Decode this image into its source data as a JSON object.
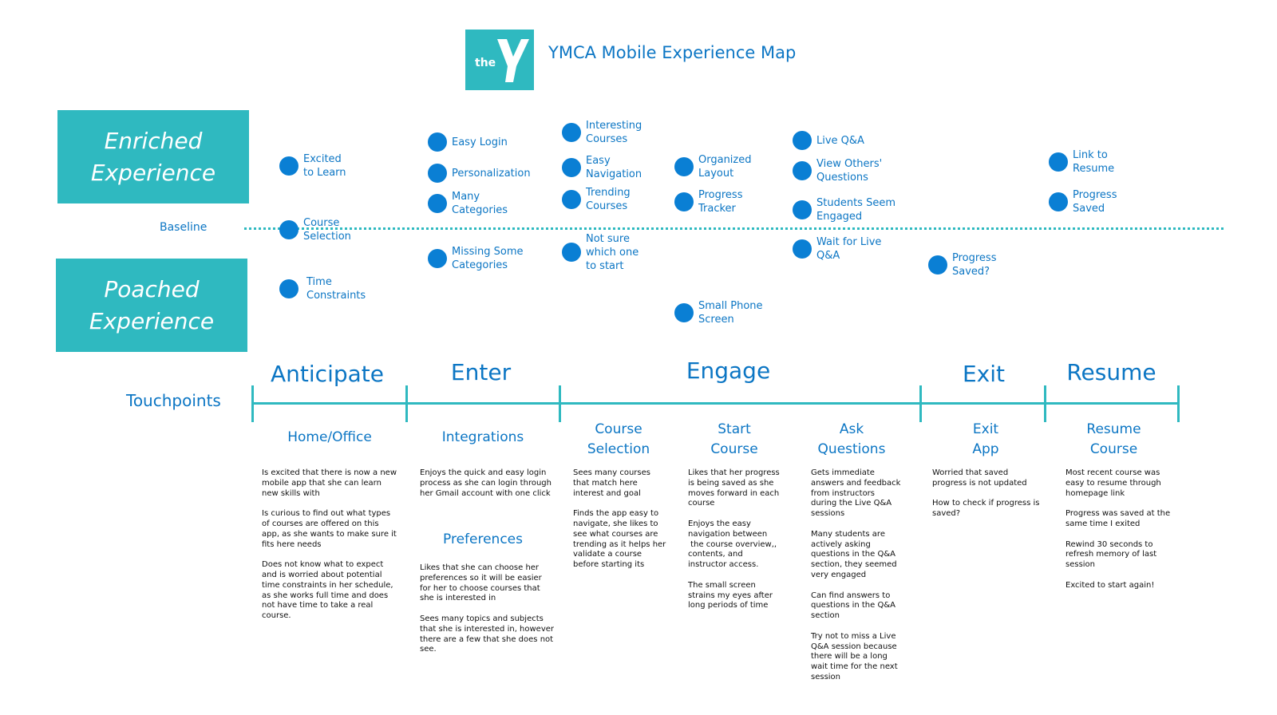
{
  "header": {
    "logo_text": "the Y",
    "title": "YMCA Mobile Experience Map"
  },
  "bands": {
    "enriched": [
      "Enriched",
      "Experience"
    ],
    "poached": [
      "Poached",
      "Experience"
    ]
  },
  "baseline_label": "Baseline",
  "touchpoints_label": "Touchpoints",
  "points": [
    {
      "label": [
        "Excited",
        "to  Learn"
      ]
    },
    {
      "label": [
        "Course",
        "Selection"
      ]
    },
    {
      "label": [
        "Time",
        "Constraints"
      ]
    },
    {
      "label": [
        "Easy Login"
      ]
    },
    {
      "label": [
        "Personalization"
      ]
    },
    {
      "label": [
        "Many",
        "Categories"
      ]
    },
    {
      "label": [
        "Missing Some",
        "Categories"
      ]
    },
    {
      "label": [
        "Interesting",
        "Courses"
      ]
    },
    {
      "label": [
        "Easy",
        "Navigation"
      ]
    },
    {
      "label": [
        "Trending",
        "Courses"
      ]
    },
    {
      "label": [
        "Not sure",
        "which one",
        "to start"
      ]
    },
    {
      "label": [
        "Organized",
        "Layout"
      ]
    },
    {
      "label": [
        "Progress",
        "Tracker"
      ]
    },
    {
      "label": [
        "Small Phone",
        "Screen"
      ]
    },
    {
      "label": [
        "Live Q&A"
      ]
    },
    {
      "label": [
        "View Others'",
        "Questions"
      ]
    },
    {
      "label": [
        "Students Seem",
        "Engaged"
      ]
    },
    {
      "label": [
        "Wait for Live",
        "Q&A"
      ]
    },
    {
      "label": [
        "Progress",
        "Saved?"
      ]
    },
    {
      "label": [
        "Link to",
        "Resume"
      ]
    },
    {
      "label": [
        "Progress",
        "Saved"
      ]
    }
  ],
  "stages": [
    "Anticipate",
    "Enter",
    "Engage",
    "Exit",
    "Resume"
  ],
  "touchpoints": [
    {
      "heading": [
        "Home/Office"
      ],
      "lines": [
        [
          "Is excited that there is now a new",
          "mobile app that she can learn",
          "new skills with"
        ],
        [
          "Is curious to find out what types",
          "of courses are offered on this",
          "app, as she wants to make sure it",
          "fits here needs"
        ],
        [
          "Does not know what to expect",
          "and is worried about potential",
          "time constraints in her schedule,",
          "as she works full time and does",
          "not have time to take a real",
          "course."
        ]
      ]
    },
    {
      "heading": [
        "Integrations"
      ],
      "lines": [
        [
          "Enjoys the quick and easy login",
          "process as she can login through",
          "her Gmail account with one click"
        ]
      ]
    },
    {
      "heading": [
        "Preferences"
      ],
      "lines": [
        [
          "Likes that she can choose her",
          "preferences so it will be easier",
          "for her to choose courses that",
          "she is interested in"
        ],
        [
          "Sees many topics and subjects",
          "that she is interested in, however",
          "there are a few that she does not",
          "see."
        ]
      ]
    },
    {
      "heading": [
        "Course",
        "Selection"
      ],
      "lines": [
        [
          "Sees many courses",
          "that match here",
          "interest and goal"
        ],
        [
          "Finds the app easy to",
          "navigate, she likes to",
          "see what courses are",
          "trending as it helps her",
          "validate a course",
          "before starting its"
        ]
      ]
    },
    {
      "heading": [
        "Start",
        "Course"
      ],
      "lines": [
        [
          "Likes that her progress",
          "is being saved as she",
          "moves forward in each",
          "course"
        ],
        [
          "Enjoys the easy",
          "navigation between",
          " the course overview,,",
          "contents, and",
          "instructor access."
        ],
        [
          "The small screen",
          "strains my eyes after",
          "long periods of time"
        ]
      ]
    },
    {
      "heading": [
        "Ask",
        "Questions"
      ],
      "lines": [
        [
          "Gets immediate",
          "answers and feedback",
          "from instructors",
          "during the Live Q&A",
          "sessions"
        ],
        [
          "Many students are",
          "actively asking",
          "questions in the Q&A",
          "section, they seemed",
          "very engaged"
        ],
        [
          "Can find answers to",
          "questions in the Q&A",
          "section"
        ],
        [
          "Try not to miss a Live",
          "Q&A session because",
          "there will be a long",
          "wait time for the next",
          "session"
        ]
      ]
    },
    {
      "heading": [
        "Exit",
        "App"
      ],
      "lines": [
        [
          "Worried that saved",
          "progress is not updated"
        ],
        [
          "How to check if progress is",
          "saved?"
        ]
      ]
    },
    {
      "heading": [
        "Resume",
        "Course"
      ],
      "lines": [
        [
          "Most recent course was",
          "easy to resume through",
          "homepage link"
        ],
        [
          "Progress was saved at the",
          "same time I exited"
        ],
        [
          "Rewind 30 seconds to",
          "refresh memory of last",
          "session"
        ],
        [
          "Excited to start again!"
        ]
      ]
    }
  ]
}
